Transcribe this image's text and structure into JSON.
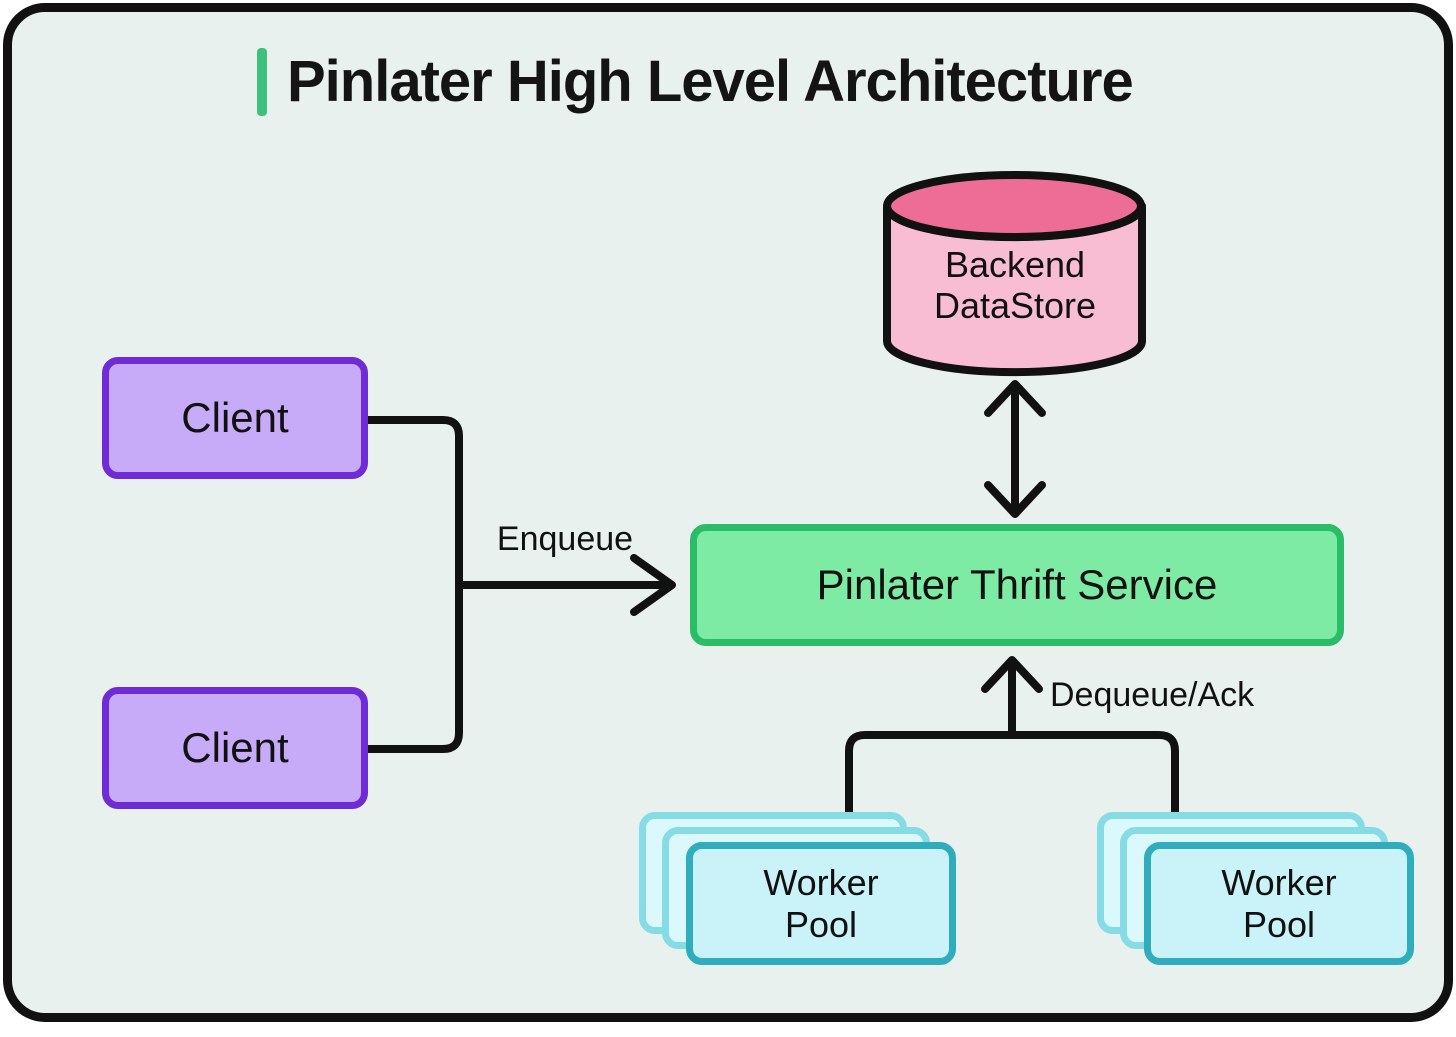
{
  "title": {
    "text": "Pinlater High Level Architecture"
  },
  "nodes": {
    "client1": {
      "label": "Client"
    },
    "client2": {
      "label": "Client"
    },
    "datastore": {
      "label_line1": "Backend",
      "label_line2": "DataStore"
    },
    "service": {
      "label": "Pinlater Thrift Service"
    },
    "worker_pool_left": {
      "label_line1": "Worker",
      "label_line2": "Pool"
    },
    "worker_pool_right": {
      "label_line1": "Worker",
      "label_line2": "Pool"
    }
  },
  "edges": {
    "enqueue_label": "Enqueue",
    "dequeue_label": "Dequeue/Ack"
  },
  "colors": {
    "background": "#e9f1ee",
    "outer_border": "#111111",
    "title_accent": "#3fc17d",
    "client_fill": "#c7abf8",
    "client_border": "#6e2bd6",
    "service_fill": "#7deba3",
    "service_border": "#2abc67",
    "datastore_top": "#ee6d96",
    "datastore_body": "#f8bcd3",
    "worker_front_fill": "#c9f3f8",
    "worker_front_border": "#2fadbd",
    "worker_back_fill": "#dbf9fc",
    "worker_back_border": "#86dce5",
    "connector": "#111111"
  }
}
